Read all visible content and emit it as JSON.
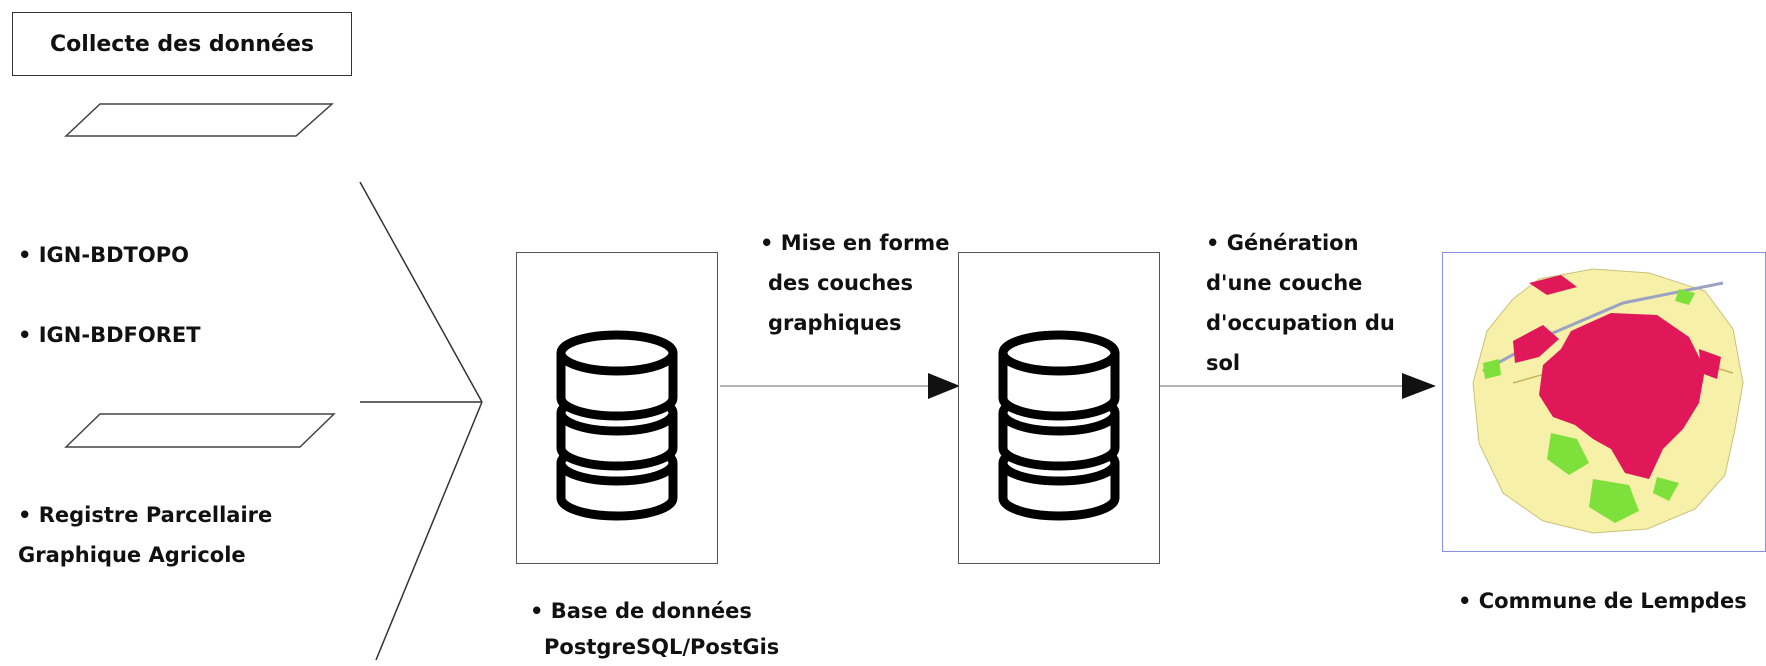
{
  "header": {
    "title": "Collecte des données"
  },
  "sources": [
    {
      "label": "• IGN-BDTOPO"
    },
    {
      "label": "• IGN-BDFORET"
    },
    {
      "label_line1": "• Registre Parcellaire",
      "label_line2": "Graphique Agricole"
    }
  ],
  "steps": {
    "step1": {
      "line1": "• Mise en forme",
      "line2": "des couches",
      "line3": "graphiques"
    },
    "step2": {
      "line1": "• Génération",
      "line2": "d'une couche",
      "line3": "d'occupation du",
      "line4": "sol"
    }
  },
  "database": {
    "line1": "• Base de données",
    "line2": "PostgreSQL/PostGis"
  },
  "result": {
    "label": "• Commune de Lempdes"
  },
  "colors": {
    "map_urban": "#e0185a",
    "map_agri": "#f6f0a8",
    "map_forest": "#7ee03a",
    "map_border": "#8a8ee8"
  },
  "icons": [
    "database-icon",
    "arrow-right-icon",
    "map-thumbnail"
  ]
}
